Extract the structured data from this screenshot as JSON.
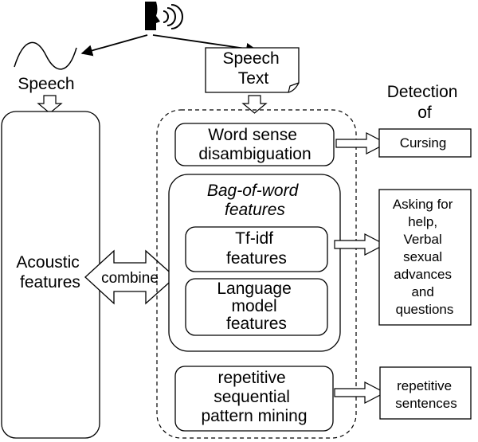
{
  "nodes": {
    "speech": "Speech",
    "speech_text": [
      "Speech",
      "Text"
    ],
    "detection_title": [
      "Detection",
      "of"
    ],
    "acoustic_features": [
      "Acoustic",
      "features"
    ],
    "combine": "combine",
    "word_sense": [
      "Word sense",
      "disambiguation"
    ],
    "bag_of_word": [
      "Bag-of-word",
      "features"
    ],
    "tfidf": [
      "Tf-idf",
      "features"
    ],
    "language_model": [
      "Language",
      "model",
      "features"
    ],
    "repetitive_mining": [
      "repetitive",
      "sequential",
      "pattern mining"
    ],
    "cursing": "Cursing",
    "asking_help": [
      "Asking for",
      "help,",
      "Verbal",
      "sexual",
      "advances",
      "and",
      "questions"
    ],
    "repetitive_sentences": [
      "repetitive",
      "sentences"
    ]
  },
  "icons": {
    "speaker": "speaking-head-icon",
    "waveform": "sine-wave-icon",
    "document": "document-icon"
  },
  "colors": {
    "stroke": "#000000",
    "background": "#ffffff"
  }
}
